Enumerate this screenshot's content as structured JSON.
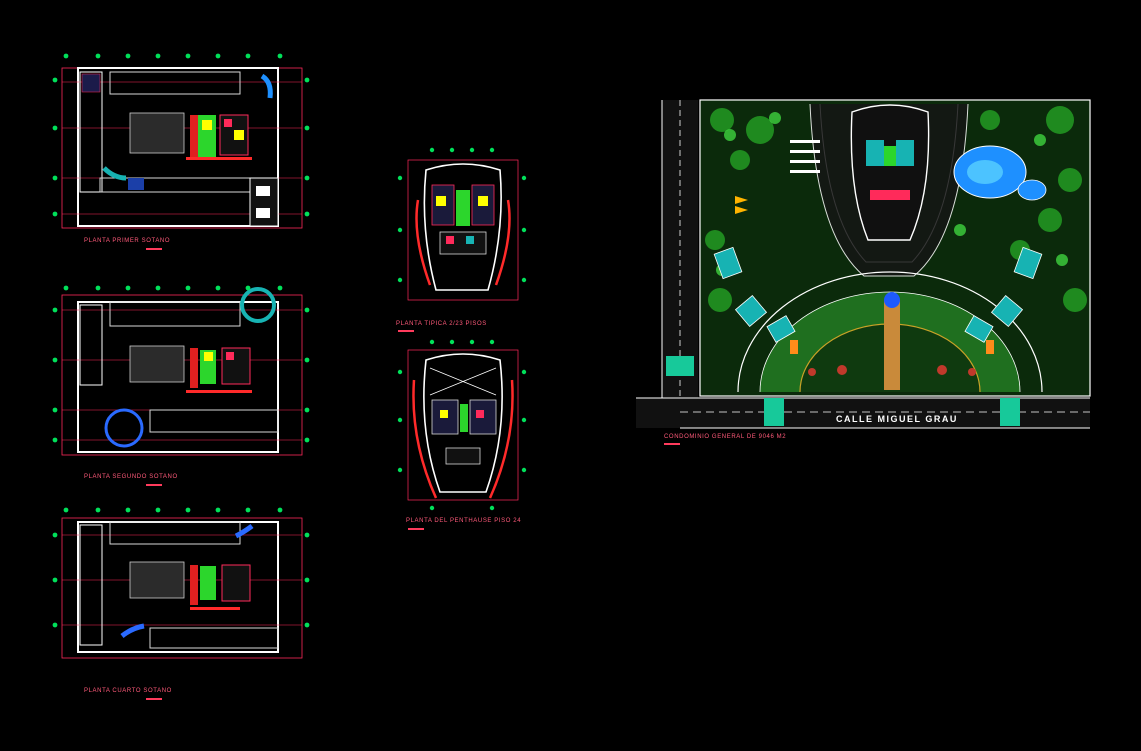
{
  "drawing": {
    "background": "#000000",
    "accent_colors": {
      "grid": "#ff2a5a",
      "walls": "#ffffff",
      "markers": "#00e05a",
      "green_area": "#1f8a1f",
      "water": "#1e90ff",
      "label": "#ff5a7a"
    }
  },
  "plans": [
    {
      "id": "sotano1",
      "title": "PLANTA PRIMER SOTANO"
    },
    {
      "id": "sotano2",
      "title": "PLANTA SEGUNDO SOTANO"
    },
    {
      "id": "sotano4",
      "title": "PLANTA CUARTO SOTANO"
    },
    {
      "id": "tipica",
      "title": "PLANTA TIPICA 2/23 PISOS"
    },
    {
      "id": "penthouse",
      "title": "PLANTA DEL PENTHAUSE PISO 24"
    },
    {
      "id": "condominio",
      "title": "CONDOMINIO GENERAL DE 9046 M2"
    }
  ],
  "site": {
    "street_name": "CALLE MIGUEL GRAU"
  }
}
